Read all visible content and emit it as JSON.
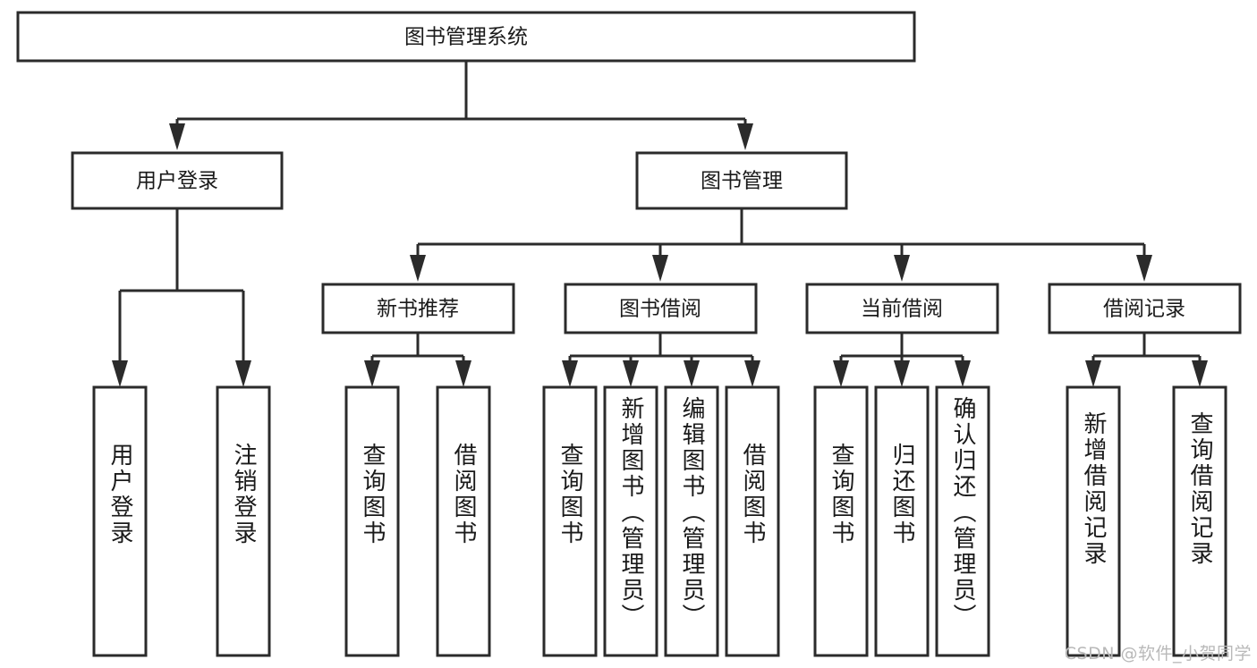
{
  "diagram": {
    "type": "tree",
    "title": "图书管理系统",
    "orientation": "top-down",
    "colors": {
      "box_stroke": "#2b2b2b",
      "box_fill": "#ffffff",
      "connector": "#2b2b2b",
      "text": "#1a1a1a",
      "background": "#ffffff",
      "watermark": "#b9b9b9"
    },
    "root": {
      "label": "图书管理系统"
    },
    "level1": [
      {
        "label": "用户登录"
      },
      {
        "label": "图书管理"
      }
    ],
    "level2": [
      {
        "label": "新书推荐"
      },
      {
        "label": "图书借阅"
      },
      {
        "label": "当前借阅"
      },
      {
        "label": "借阅记录"
      }
    ],
    "leaves": {
      "user_login": [
        {
          "label": "用户登录"
        },
        {
          "label": "注销登录"
        }
      ],
      "new_book_recommend": [
        {
          "label": "查询图书"
        },
        {
          "label": "借阅图书"
        }
      ],
      "book_borrow": [
        {
          "label": "查询图书"
        },
        {
          "label": "新增图书（管理员）"
        },
        {
          "label": "编辑图书（管理员）"
        },
        {
          "label": "借阅图书"
        }
      ],
      "current_borrow": [
        {
          "label": "查询图书"
        },
        {
          "label": "归还图书"
        },
        {
          "label": "确认归还（管理员）"
        }
      ],
      "borrow_record": [
        {
          "label": "新增借阅记录"
        },
        {
          "label": "查询借阅记录"
        }
      ]
    }
  },
  "watermark": {
    "text": "CSDN @软件_小贺同学"
  }
}
